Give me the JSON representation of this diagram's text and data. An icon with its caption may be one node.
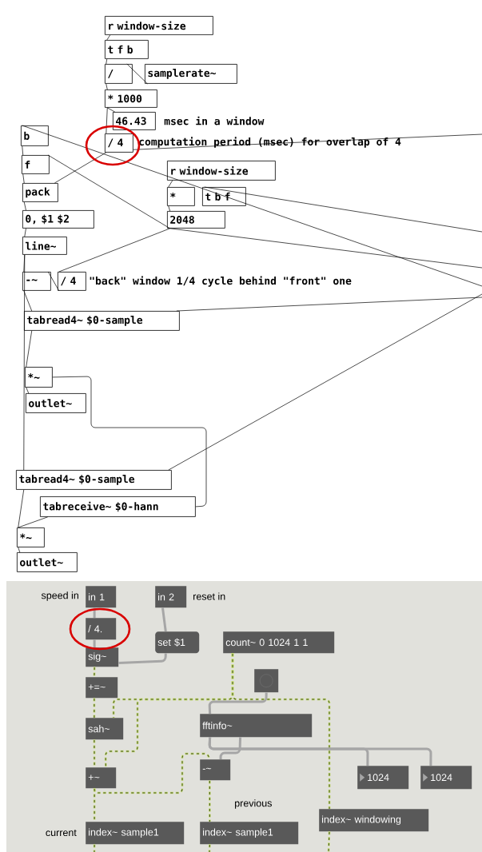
{
  "diagram": {
    "nodes": [
      {
        "text": [
          "r window-size"
        ]
      },
      {
        "text": [
          "t f b"
        ]
      },
      {
        "text": [
          "/"
        ]
      },
      {
        "text": [
          "samplerate~"
        ]
      },
      {
        "text": [
          "* 1000"
        ]
      },
      {
        "text": [
          "46.43"
        ],
        "beside": [
          "msec in a window"
        ]
      },
      {
        "text": [
          "/ 4"
        ],
        "beside": [
          "computation period (msec) for overlap of 4"
        ]
      },
      {
        "text": [
          "b"
        ]
      },
      {
        "text": [
          "f"
        ]
      },
      {
        "text": [
          "r window-size"
        ]
      },
      {
        "text": [
          "*"
        ]
      },
      {
        "text": [
          "t b f"
        ]
      },
      {
        "text": [
          "2048"
        ]
      },
      {
        "text": [
          "pack"
        ]
      },
      {
        "text": [
          "0, $1 $2"
        ]
      },
      {
        "text": [
          "line~"
        ]
      },
      {
        "text": [
          "-~"
        ]
      },
      {
        "text": [
          "/ 4"
        ],
        "beside": [
          "\"back\" window 1/4 cycle behind \"front\" one"
        ]
      },
      {
        "text": [
          "tabread4~ $0-sample"
        ]
      },
      {
        "text": [
          "*~"
        ]
      },
      {
        "text": [
          "outlet~"
        ]
      },
      {
        "text": [
          "tabread4~ $0-sample"
        ]
      },
      {
        "text": [
          "tabreceive~ $0-hann"
        ]
      },
      {
        "text": [
          "*~"
        ]
      },
      {
        "text": [
          "outlet~"
        ]
      },
      {
        "text": [
          "in 1"
        ],
        "beside": [
          "speed in"
        ]
      },
      {
        "text": [
          "in 2"
        ],
        "beside": [
          "reset in"
        ]
      },
      {
        "text": [
          "/ 4."
        ]
      },
      {
        "text": [
          "set $1"
        ]
      },
      {
        "text": [
          "sig~"
        ]
      },
      {
        "text": [
          "count~ 0 1024 1 1"
        ]
      },
      {
        "text": [],
        "shape": "box"
      },
      {
        "text": [
          "+=~"
        ]
      },
      {
        "text": [
          "sah~"
        ]
      },
      {
        "text": [
          "fftinfo~"
        ]
      },
      {
        "text": [
          "+~"
        ]
      },
      {
        "text": [
          "-~"
        ]
      },
      {
        "text": [
          "1024"
        ]
      },
      {
        "text": [
          "1024"
        ]
      },
      {
        "text": [
          "index~ windowing"
        ]
      },
      {
        "text": [
          "index~ sample1"
        ],
        "beside": [
          "current"
        ]
      },
      {
        "text": [
          "index~ sample1"
        ],
        "beside": [
          "previous"
        ]
      }
    ],
    "edges": [
      {
        "from": 0,
        "to": 1,
        "arrow": "none"
      },
      {
        "from": 1,
        "to": 2,
        "arrow": "none"
      },
      {
        "from": 3,
        "to": 2,
        "arrow": "none"
      },
      {
        "from": 2,
        "to": 4,
        "arrow": "none"
      },
      {
        "from": 4,
        "to": 5,
        "arrow": "none"
      },
      {
        "from": 4,
        "to": 6,
        "arrow": "none"
      },
      {
        "from": 6,
        "to": 13,
        "arrow": "none"
      },
      {
        "from": null,
        "to": 7,
        "arrow": "none"
      },
      {
        "from": 7,
        "to": 8,
        "arrow": "none"
      },
      {
        "from": 12,
        "to": 8,
        "arrow": "none"
      },
      {
        "from": 8,
        "to": 13,
        "arrow": "none"
      },
      {
        "from": 13,
        "to": 14,
        "arrow": "none"
      },
      {
        "from": 14,
        "to": 15,
        "arrow": "none"
      },
      {
        "from": 15,
        "to": 16,
        "arrow": "none"
      },
      {
        "from": 9,
        "to": 10,
        "arrow": "none"
      },
      {
        "from": 10,
        "to": 12,
        "arrow": "none"
      },
      {
        "from": null,
        "to": 11,
        "arrow": "none"
      },
      {
        "from": 12,
        "to": null,
        "arrow": "none"
      },
      {
        "from": 12,
        "to": 17,
        "arrow": "none"
      },
      {
        "from": 17,
        "to": 16,
        "arrow": "none"
      },
      {
        "from": 16,
        "to": 18,
        "arrow": "none"
      },
      {
        "from": null,
        "to": 18,
        "arrow": "none"
      },
      {
        "from": 18,
        "to": 19,
        "arrow": "none"
      },
      {
        "from": 19,
        "to": 20,
        "arrow": "none"
      },
      {
        "from": 15,
        "to": 21,
        "arrow": "none"
      },
      {
        "from": null,
        "to": 21,
        "arrow": "none"
      },
      {
        "from": 21,
        "to": 23,
        "arrow": "none"
      },
      {
        "from": 22,
        "to": 19,
        "arrow": "none"
      },
      {
        "from": 22,
        "to": 23,
        "arrow": "none"
      },
      {
        "from": 23,
        "to": 24,
        "arrow": "none"
      },
      {
        "from": 6,
        "to": null,
        "arrow": "none"
      },
      {
        "from": 25,
        "to": 27,
        "arrow": "none",
        "style": "thick",
        "color": "#a6a6a6"
      },
      {
        "from": 27,
        "to": 29,
        "arrow": "none",
        "style": "thick",
        "color": "#a6a6a6"
      },
      {
        "from": 26,
        "to": 28,
        "arrow": "none",
        "style": "thick",
        "color": "#a6a6a6"
      },
      {
        "from": 28,
        "to": 29,
        "arrow": "none",
        "style": "thick",
        "color": "#a6a6a6"
      },
      {
        "from": 29,
        "to": 32,
        "arrow": "none",
        "style": "dashed",
        "color": "#c8df6c"
      },
      {
        "from": 32,
        "to": 33,
        "arrow": "none",
        "style": "dashed",
        "color": "#c8df6c"
      },
      {
        "from": 33,
        "to": 35,
        "arrow": "none",
        "style": "dashed",
        "color": "#c8df6c"
      },
      {
        "from": 30,
        "to": 33,
        "arrow": "none",
        "style": "dashed",
        "color": "#c8df6c"
      },
      {
        "from": 30,
        "to": 35,
        "arrow": "none",
        "style": "dashed",
        "color": "#c8df6c"
      },
      {
        "from": 30,
        "to": 39,
        "arrow": "none",
        "style": "dashed",
        "color": "#c8df6c"
      },
      {
        "from": 31,
        "to": 34,
        "arrow": "none",
        "style": "thick",
        "color": "#a6a6a6"
      },
      {
        "from": 34,
        "to": 37,
        "arrow": "none",
        "style": "thick",
        "color": "#a6a6a6"
      },
      {
        "from": 34,
        "to": 38,
        "arrow": "none",
        "style": "thick",
        "color": "#a6a6a6"
      },
      {
        "from": 34,
        "to": 36,
        "arrow": "none",
        "style": "thick",
        "color": "#a6a6a6"
      },
      {
        "from": 35,
        "to": 36,
        "arrow": "none",
        "style": "dashed",
        "color": "#c8df6c"
      },
      {
        "from": 35,
        "to": 40,
        "arrow": "none",
        "style": "dashed",
        "color": "#c8df6c"
      },
      {
        "from": 36,
        "to": 41,
        "arrow": "none",
        "style": "dashed",
        "color": "#c8df6c"
      },
      {
        "from": 40,
        "to": null,
        "arrow": "none",
        "style": "dashed",
        "color": "#c8df6c"
      },
      {
        "from": 41,
        "to": null,
        "arrow": "none",
        "style": "dashed",
        "color": "#c8df6c"
      },
      {
        "from": 39,
        "to": null,
        "arrow": "none",
        "style": "dashed",
        "color": "#c8df6c"
      }
    ]
  }
}
